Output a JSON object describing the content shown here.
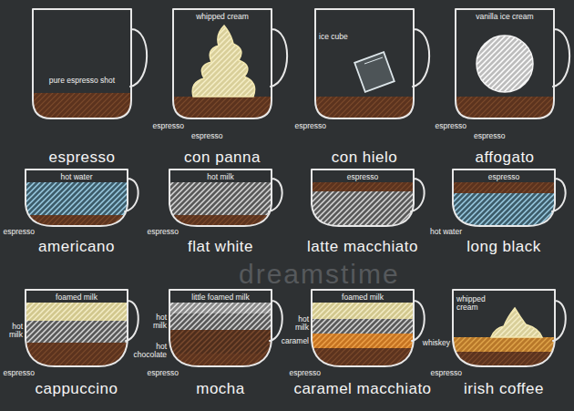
{
  "diagram": {
    "nodes": [
      {
        "text": [
          "pure espresso shot",
          "espresso"
        ]
      },
      {
        "text": [
          "whipped cream",
          "espresso",
          "espresso",
          "con panna"
        ]
      },
      {
        "text": [
          "ice cube",
          "espresso",
          "con hielo"
        ]
      },
      {
        "text": [
          "vanilla ice cream",
          "espresso",
          "espresso",
          "affogato"
        ]
      },
      {
        "text": [
          "hot water",
          "espresso",
          "americano"
        ]
      },
      {
        "text": [
          "hot milk",
          "espresso",
          "flat white"
        ]
      },
      {
        "text": [
          "espresso",
          "latte macchiato"
        ]
      },
      {
        "text": [
          "espresso",
          "hot water",
          "long black"
        ]
      },
      {
        "text": [
          "foamed milk",
          "hot milk",
          "espresso",
          "cappuccino"
        ]
      },
      {
        "text": [
          "little foamed milk",
          "hot milk",
          "hot chocolate",
          "espresso",
          "mocha"
        ]
      },
      {
        "text": [
          "foamed milk",
          "hot milk",
          "caramel",
          "espresso",
          "caramel macchiato"
        ]
      },
      {
        "text": [
          "whipped cream",
          "whiskey",
          "espresso",
          "irish coffee"
        ]
      }
    ],
    "labels": [
      "dreamstime"
    ]
  }
}
